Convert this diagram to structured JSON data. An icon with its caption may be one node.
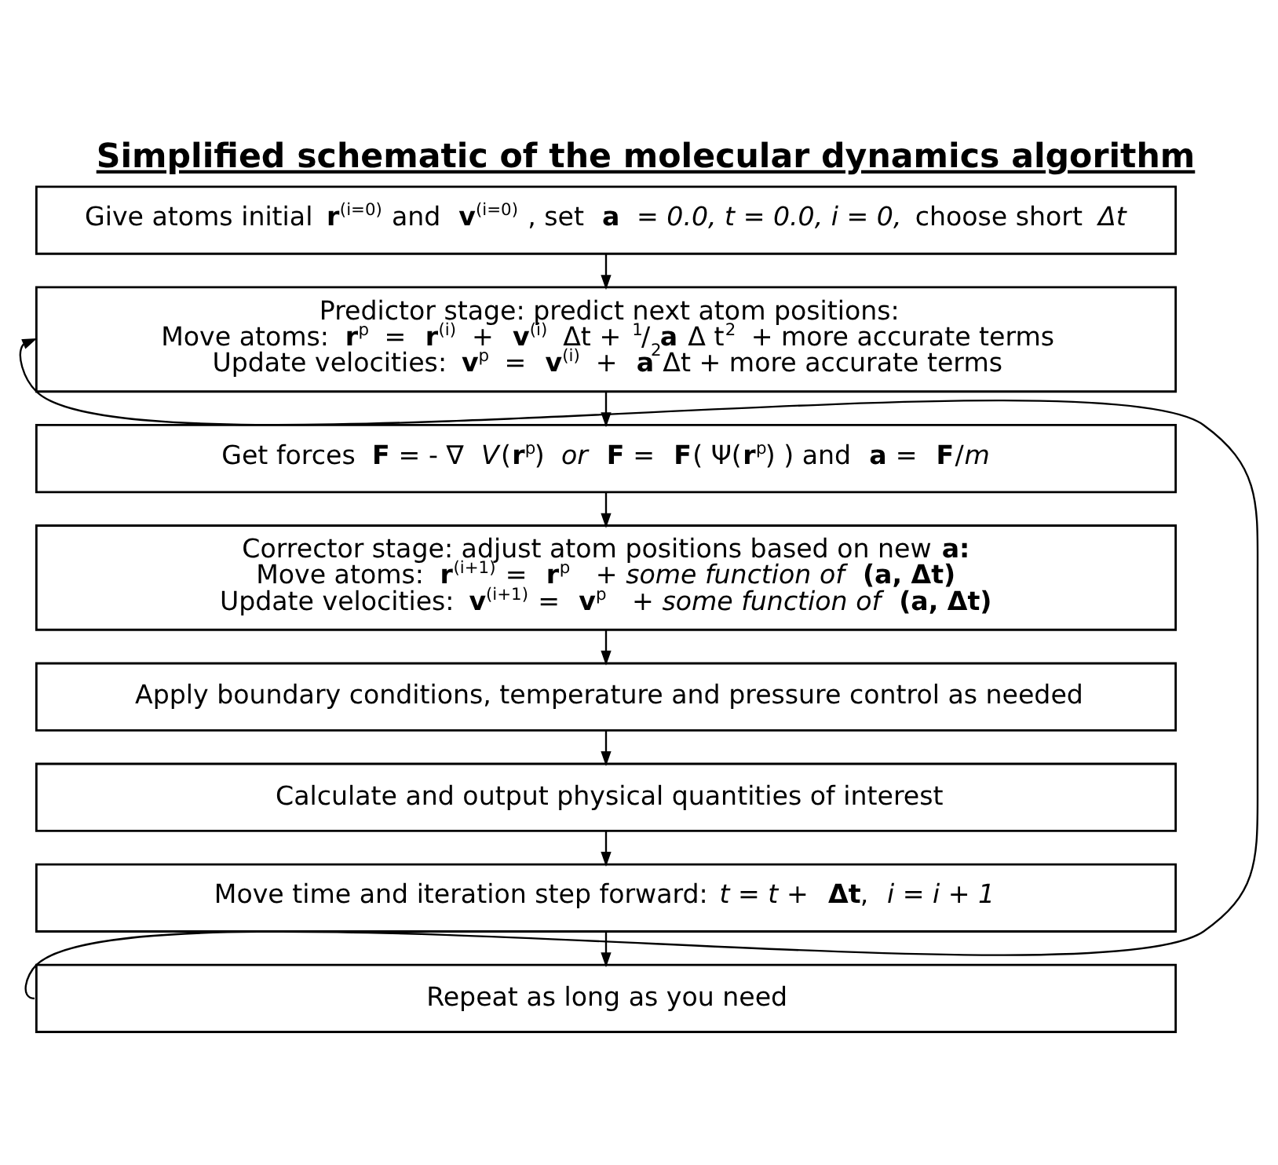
{
  "diagram": {
    "title": "Simplified schematic of the molecular dynamics algorithm",
    "nodes": [
      {
        "text": [
          "Give atoms initial **r**$^{(i=0)}$ and **v**$^{(i=0)}$ , set **a** *= 0.0, t = 0.0, i = 0,* choose short *Δt*"
        ]
      },
      {
        "text": [
          "Predictor stage: predict next atom positions:",
          "Move atoms: **r**$^{p}$ = **r**$^{(i)}$ + **v**$^{(i)}$ Δt + $^{1}$/$_{2}$**a** Δ t$^{2}$ + more accurate terms",
          "Update velocities: **v**$^{p}$ = **v**$^{(i)}$ + **a** Δt + more accurate terms"
        ]
      },
      {
        "text": [
          "Get forces **F** = - ∇ *V*(**r**$^{p}$) *or* **F** = **F**( Ψ(**r**$^{p}$) ) and **a** = **F**/*m*"
        ]
      },
      {
        "text": [
          "Corrector stage: adjust atom positions based on new **a:**",
          "Move atoms: **r**$^{(i+1)}$ = **r**$^{p}$ *+ some function of* **(a, Δt)**",
          "Update velocities: **v**$^{(i+1)}$ = **v**$^{p}$ *+ some function of* **(a, Δt)**"
        ]
      },
      {
        "text": [
          "Apply boundary conditions, temperature and pressure control as needed"
        ]
      },
      {
        "text": [
          "Calculate and output physical quantities of interest"
        ]
      },
      {
        "text": [
          "Move time and iteration step forward: *t = t +* **Δt**, *i = i + 1*"
        ]
      },
      {
        "text": [
          "Repeat as long as you need"
        ]
      }
    ],
    "edges": [
      {
        "from": 0,
        "to": 1,
        "arrow": "to"
      },
      {
        "from": 1,
        "to": 2,
        "arrow": "to"
      },
      {
        "from": 2,
        "to": 3,
        "arrow": "to"
      },
      {
        "from": 3,
        "to": 4,
        "arrow": "to"
      },
      {
        "from": 4,
        "to": 5,
        "arrow": "to"
      },
      {
        "from": 5,
        "to": 6,
        "arrow": "to"
      },
      {
        "from": 6,
        "to": 7,
        "arrow": "to"
      },
      {
        "from": 7,
        "to": 1,
        "arrow": "to"
      }
    ]
  }
}
